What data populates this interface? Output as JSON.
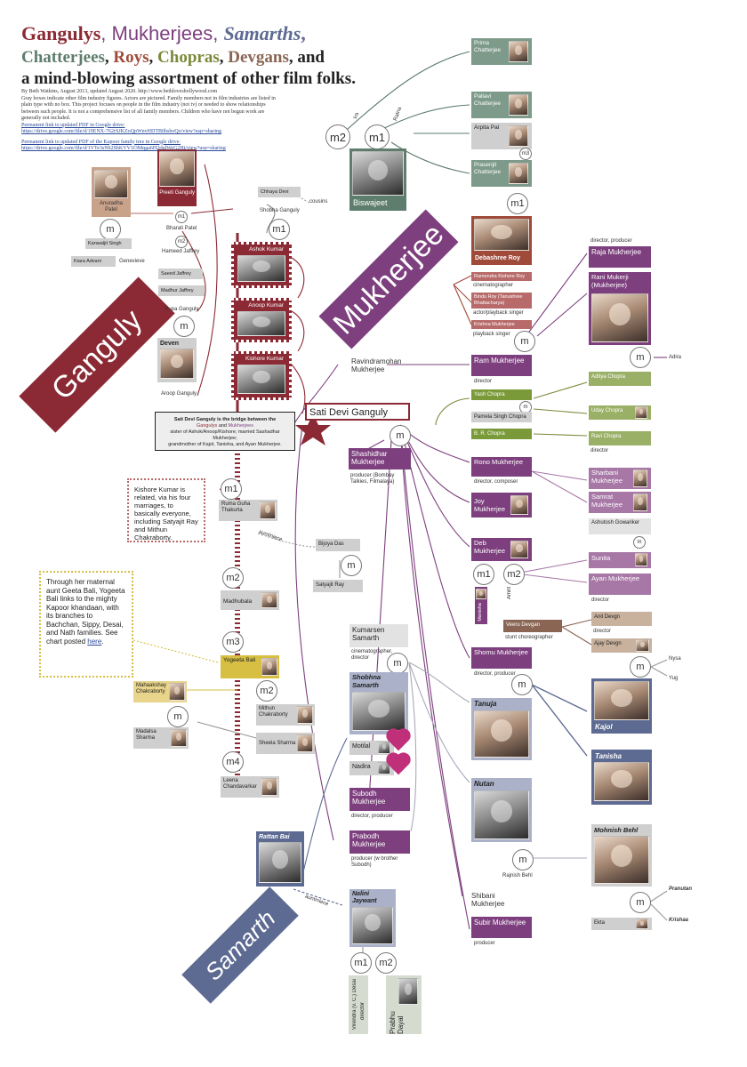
{
  "title": {
    "line1": [
      "Gangulys",
      ", Mukherjees, ",
      "Samarths",
      ","
    ],
    "line2": [
      "Chatterjees",
      ", ",
      "Roys",
      ", ",
      "Chopras",
      ", ",
      "Devgans",
      ", and"
    ],
    "line3": "a mind-blowing assortment of other film folks.",
    "colors": {
      "ganguly": "#8b2a34",
      "mukherjee": "#7d3f7e",
      "samarth": "#5d6a92",
      "chatterjee": "#5e7d6c",
      "roy": "#a04a3a",
      "chopra": "#7a8a3a",
      "devgan": "#8a6553"
    }
  },
  "intro": {
    "byline": "By Beth Watkins, August 2013, updated August 2020. http://www.bethlovesbollywood.com",
    "body": "Gray boxes indicate other film industry figures. Actors are pictured. Family members not in film industries are listed in plain type with no box. This project focuses on people in the film industry (not tv) or needed to show relationships between such people. It is not a comprehensive list of all family members. Children who have not begun work are generally not included.",
    "link1_label": "Permanent link to updated PDF in Google drive:",
    "link1_url": "https://drive.google.com/file/d/19ENX-762rSJKZoQpWnvHDTB0hsboQo/view?usp=sharing",
    "link2_label": "Permanent link to updated PDF of the Kapoor family tree in Google drive:",
    "link2_url": "https://drive.google.com/file/d/1VTe3sNb2ShKVV1f3Mqga6H2rhdWeG2Ht/view?usp=sharing"
  },
  "banners": {
    "ganguly": "Ganguly",
    "mukherjee": "Mukherjee",
    "samarth": "Samarth"
  },
  "ganguly": {
    "anuradha": "Anuradha Patel",
    "preeti": "Preeti Ganguly",
    "bharati": "Bharati Patel",
    "kanwaljit": "Kanwaljit Singh",
    "hameed": "Hameed Jaffrey",
    "kiara": "Kiara Advani",
    "genevieve": "Genevieve",
    "saeed": "Saeed Jaffrey",
    "madhur": "Madhur Jaffrey",
    "rupa": "Rupa Ganguly",
    "deven": "Deven Verma",
    "aroop": "Aroop Ganguly",
    "chhaya": "Chhaya Devi",
    "shobha": "Shobha Ganguly",
    "cousins": "cousins",
    "ashok": "Ashok Kumar",
    "anoop": "Anoop Kumar",
    "kishore": "Kishore Kumar"
  },
  "bridge": {
    "lead": "Sati Devi Ganguly is the bridge between the",
    "mid1": "Gangulys",
    "mid2": "and",
    "mid3": "Mukherjees",
    "rest1": "sister of Ashok/Anoop/Kishore; married Sashadhar Mukherjee;",
    "rest2": "grandmother of Kajol, Tanisha, and Ayan Mukherjee.",
    "name": "Sati Devi Ganguly"
  },
  "kishore_note": "Kishore Kumar is related, via his four marriages, to basically everyone, including Satyajit Ray and Mithun Chakraborty.",
  "geeta_note": {
    "text": "Through her maternal aunt Geeta Bali, Yogeeta Bali links to the mighty Kapoor khandaan, with its branches to Bachchan, Sippy, Desai, and Nath families. See chart posted",
    "link": "here",
    "end": "."
  },
  "kishore_wives": {
    "ruma": "Ruma Guha Thakurta",
    "auntniece": "aunt/niece",
    "bijoya": "Bijoya Das",
    "satyajit": "Satyajit Ray",
    "madhubala": "Madhubala",
    "yogeeta": "Yogeeta Bali",
    "mahaakshay": "Mahaakshay Chakraborty",
    "mithun": "Mithun Chakraborty",
    "madalsa": "Madalsa Sharma",
    "sheela": "Sheela Sharma",
    "leena": "Leena Chandavarkar"
  },
  "chatterjee": {
    "ira": "Ira",
    "ratna": "Ratna",
    "biswajeet": "Biswajeet",
    "prima": "Prima Chatterjee",
    "pallavi": "Pallavi Chatterjee",
    "arpita": "Arpita Pal",
    "prasenjit": "Prasenjit Chatterjee"
  },
  "roy": {
    "debashree": "Debashree Roy",
    "ramendra": "Ramendra Kishore Roy",
    "ramendra_role": "cinematographer",
    "bindu": "Bindu Roy (Tanushree Bhattacharya)",
    "bindu_role": "actor/playback singer",
    "krishna": "Krishna Mukherjee",
    "krishna_role": "playback singer"
  },
  "mukherjee": {
    "raja_role": "director, producer",
    "raja": "Raja Mukherjee",
    "rani": "Rani Mukerji (Mukherjee)",
    "adira": "Adira",
    "ravindramohan": "Ravindramohan Mukherjee",
    "ram": "Ram Mukherjee",
    "ram_role": "director",
    "shashidhar": "Shashidhar Mukherjee",
    "shashidhar_role": "producer (Bombay Talkies, Filmalaya)",
    "rono": "Rono Mukherjee",
    "rono_role": "director, composer",
    "joy": "Joy Mukherjee",
    "deb": "Deb Mukherjee",
    "sharbani": "Sharbani Mukherjee",
    "samrat": "Samrat Mukherjee",
    "ashutosh": "Ashutosh Gowariker",
    "sunita": "Sunita",
    "ayan": "Ayan Mukherjee",
    "ayan_role": "director",
    "manisha": "Manisha",
    "amrit": "Amrit",
    "shomu": "Shomu Mukherjee",
    "shomu_role": "director, producer",
    "subodh": "Subodh Mukherjee",
    "subodh_role": "director, producer",
    "prabodh": "Prabodh Mukherjee",
    "prabodh_role": "producer (w brother Subodh)",
    "shibani": "Shibani Mukherjee",
    "subir": "Subir Mukherjee",
    "subir_role": "producer"
  },
  "chopra": {
    "yash": "Yash Chopra",
    "pamela": "Pamela Singh Chopra",
    "br": "B. R. Chopra",
    "aditya": "Aditya Chopra",
    "uday": "Uday Chopra",
    "ravi": "Ravi Chopra",
    "ravi_role": "director"
  },
  "devgan": {
    "veeru": "Veeru Devgan",
    "veeru_role": "stunt choreographer",
    "anil": "Anil Devgn",
    "anil_role": "director",
    "ajay": "Ajay Devgn",
    "nysa": "Nysa",
    "yug": "Yug"
  },
  "samarth": {
    "kumarsen": "Kumarsen Samarth",
    "kumarsen_role": "cinematographer, director",
    "shobhna": "Shobhna Samarth",
    "motilal": "Motilal",
    "nadira": "Nadira",
    "tanuja": "Tanuja",
    "nutan": "Nutan",
    "kajol": "Kajol",
    "tanisha": "Tanisha",
    "rattan": "Rattan Bai",
    "auntniece": "aunt/niece",
    "nalini": "Nalini Jaywant",
    "rajnish": "Rajnish Behl",
    "mohnish": "Mohnish Behl",
    "pranutan": "Pranutan",
    "krishaa": "Krishaa",
    "ekta": "Ekta",
    "virendra": "Virendra (v. C.) Desai",
    "virendra_role": "director",
    "prabhu": "Prabhu Dayal"
  },
  "marks": {
    "m": "m",
    "m1": "m1",
    "m2": "m2",
    "m3": "m3",
    "m4": "m4"
  }
}
